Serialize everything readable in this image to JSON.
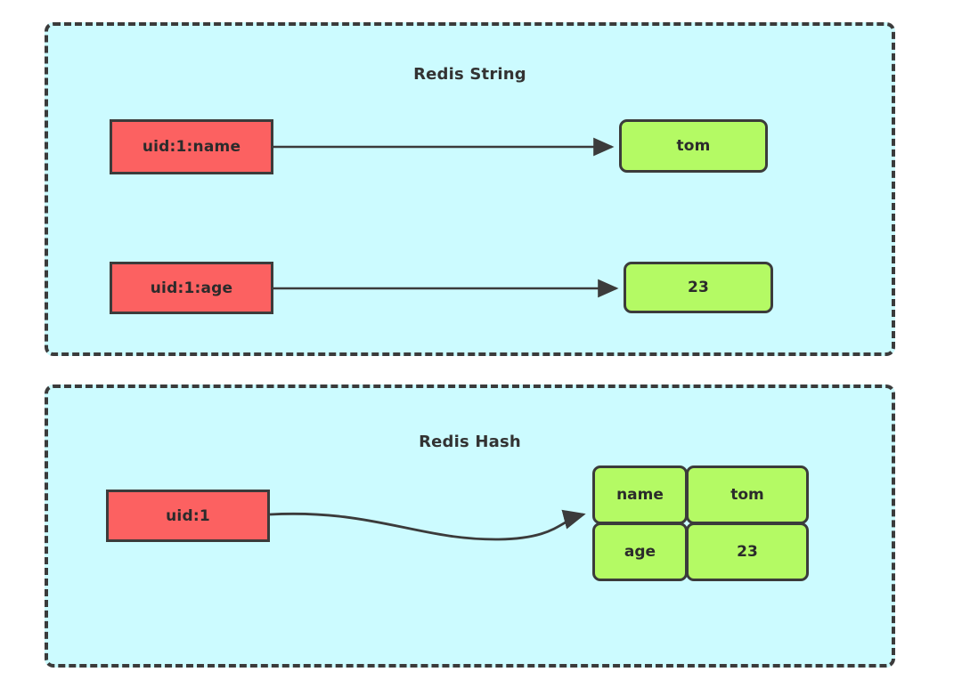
{
  "diagram": {
    "title_string": "Redis String",
    "title_hash": "Redis Hash",
    "colors": {
      "panel_fill": "#ccfbff",
      "panel_border": "#3b3b3b",
      "key_fill": "#fc6161",
      "value_fill": "#b4fa64",
      "text": "#2b2b2b",
      "edge": "#3b3b3b",
      "page_background": "#ffffff"
    }
  },
  "string_section": {
    "title": "Redis String",
    "rows": [
      {
        "key": "uid:1:name",
        "value": "tom"
      },
      {
        "key": "uid:1:age",
        "value": "23"
      }
    ]
  },
  "hash_section": {
    "title": "Redis Hash",
    "key": "uid:1",
    "table": {
      "rows": [
        {
          "field": "name",
          "value": "tom"
        },
        {
          "field": "age",
          "value": "23"
        }
      ]
    }
  }
}
